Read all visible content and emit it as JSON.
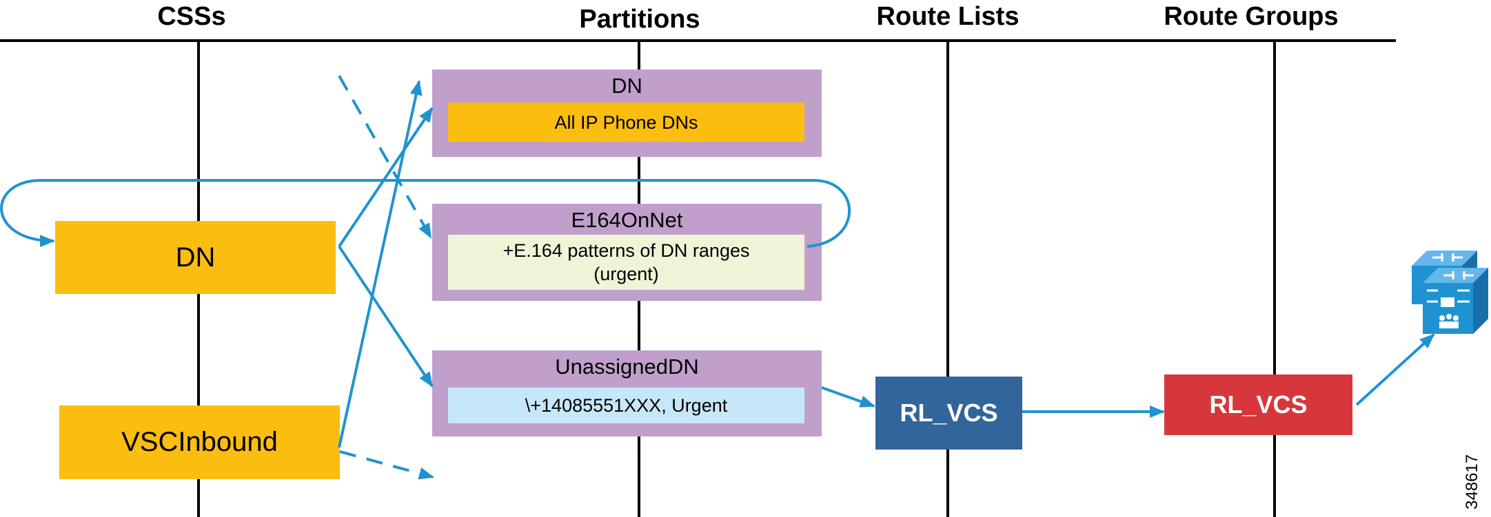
{
  "headers": {
    "css": "CSSs",
    "partitions": "Partitions",
    "route_lists": "Route Lists",
    "route_groups": "Route Groups"
  },
  "css_boxes": {
    "dn": "DN",
    "vscinbound": "VSCInbound"
  },
  "partitions": {
    "dn": {
      "title": "DN",
      "content": "All IP Phone DNs"
    },
    "e164onnet": {
      "title": "E164OnNet",
      "content_line1": "+E.164 patterns of DN ranges",
      "content_line2": "(urgent)"
    },
    "unassigneddn": {
      "title": "UnassignedDN",
      "content": "\\+14085551XXX, Urgent"
    }
  },
  "route_list": {
    "label": "RL_VCS"
  },
  "route_group": {
    "label": "RL_VCS"
  },
  "figure_id": "348617",
  "colors": {
    "css_box": "#fbbd0f",
    "partition": "#c09fcb",
    "partition_dn_inner": "#fbbd0f",
    "partition_e164_inner": "#f0f4d6",
    "partition_unassigned_inner": "#c6e7f8",
    "route_list": "#31659c",
    "route_group": "#d7363a",
    "arrow": "#1f93d1"
  },
  "icons": [
    "gateway-cluster-icon"
  ]
}
